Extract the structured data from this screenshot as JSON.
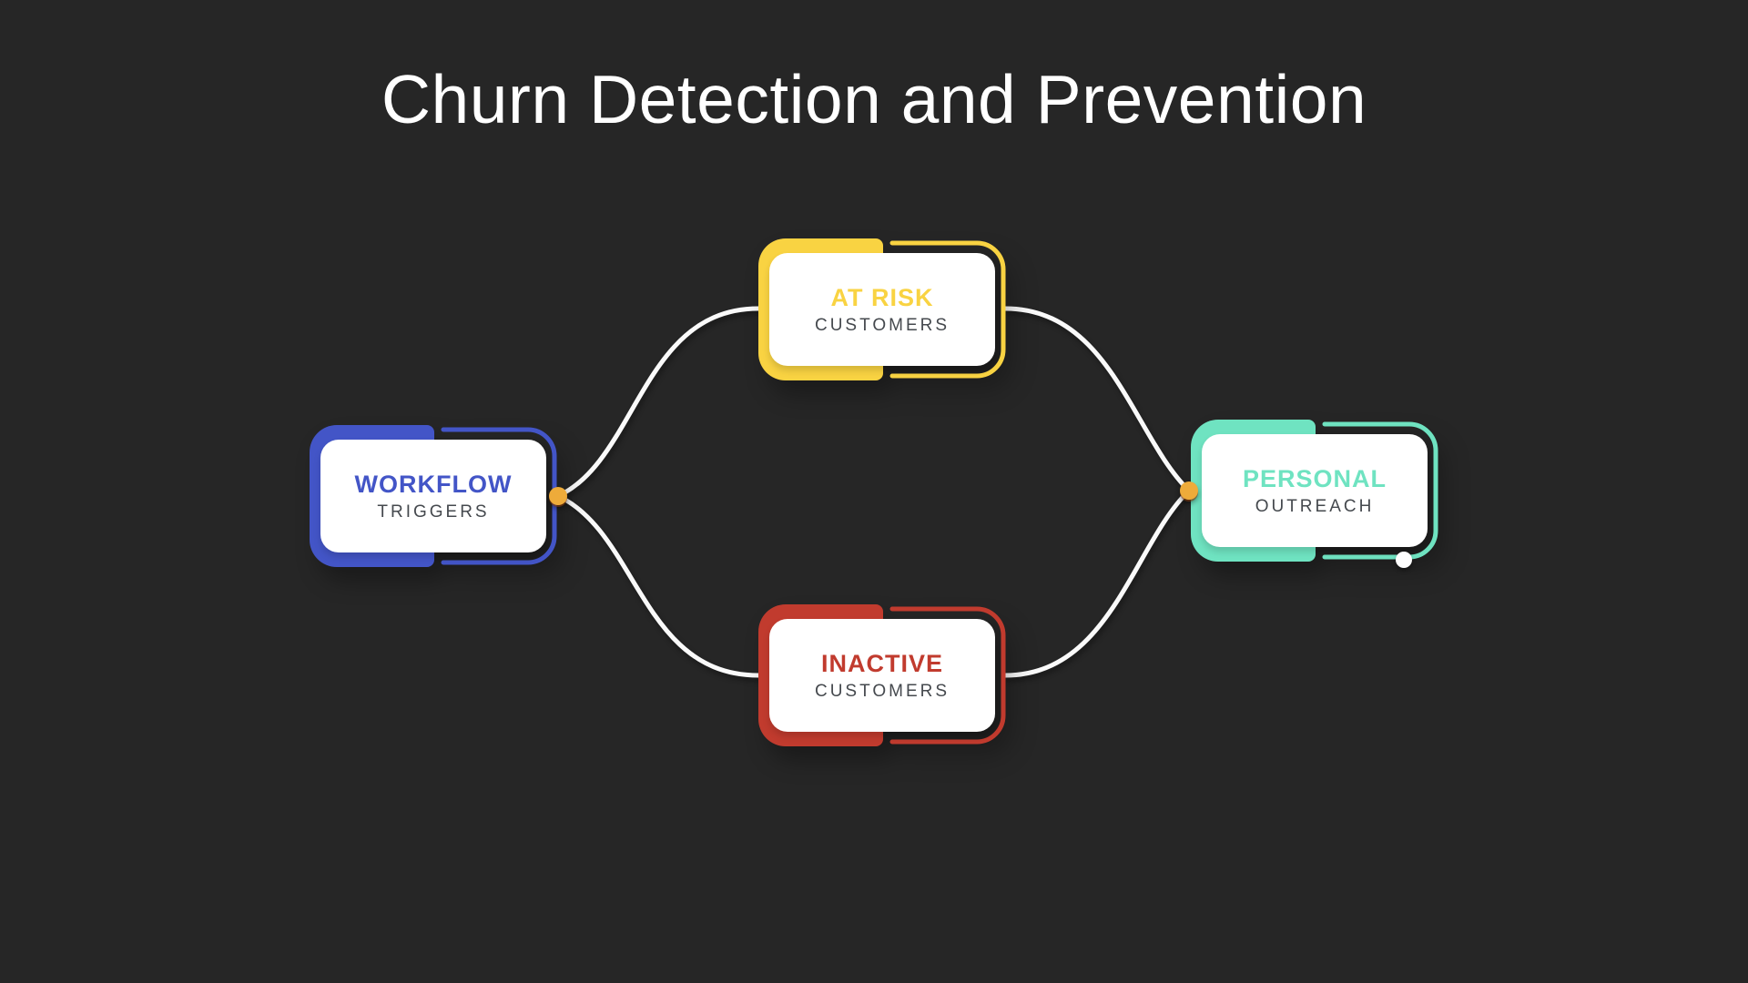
{
  "page": {
    "title": "Churn Detection and Prevention"
  },
  "colors": {
    "background": "#262626",
    "title_text": "#ffffff",
    "card": "#ffffff",
    "subtitle": "#45494e",
    "line": "#fafafa",
    "junction_dot": "#eeab3a",
    "endpoint_dot": "#ffffff"
  },
  "nodes": [
    {
      "id": "workflow-triggers",
      "title": "WORKFLOW",
      "subtitle": "TRIGGERS",
      "color": "#4355c7"
    },
    {
      "id": "at-risk-customers",
      "title": "AT RISK",
      "subtitle": "CUSTOMERS",
      "color": "#f9d342"
    },
    {
      "id": "inactive-customers",
      "title": "INACTIVE",
      "subtitle": "CUSTOMERS",
      "color": "#c13b2e"
    },
    {
      "id": "personal-outreach",
      "title": "PERSONAL",
      "subtitle": "OUTREACH",
      "color": "#6fe3c1"
    }
  ],
  "icons": {
    "junction_dot": "connector-junction-dot",
    "endpoint_dot": "connector-endpoint-dot"
  }
}
